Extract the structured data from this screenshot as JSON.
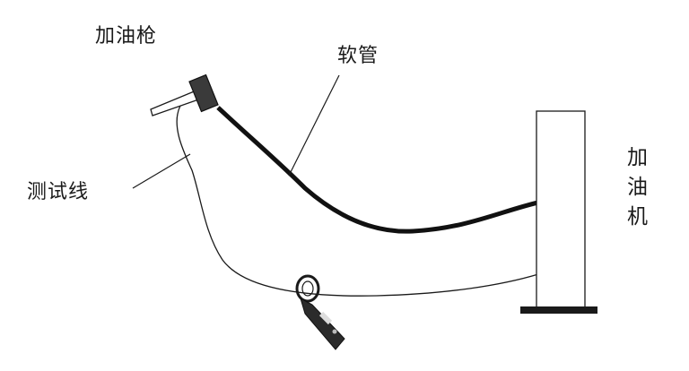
{
  "labels": {
    "gun": "加油枪",
    "hose": "软管",
    "test_wire": "测试线",
    "dispenser": "加油机"
  },
  "colors": {
    "line": "#1a1a1a",
    "hose": "#111111",
    "background": "#ffffff"
  }
}
